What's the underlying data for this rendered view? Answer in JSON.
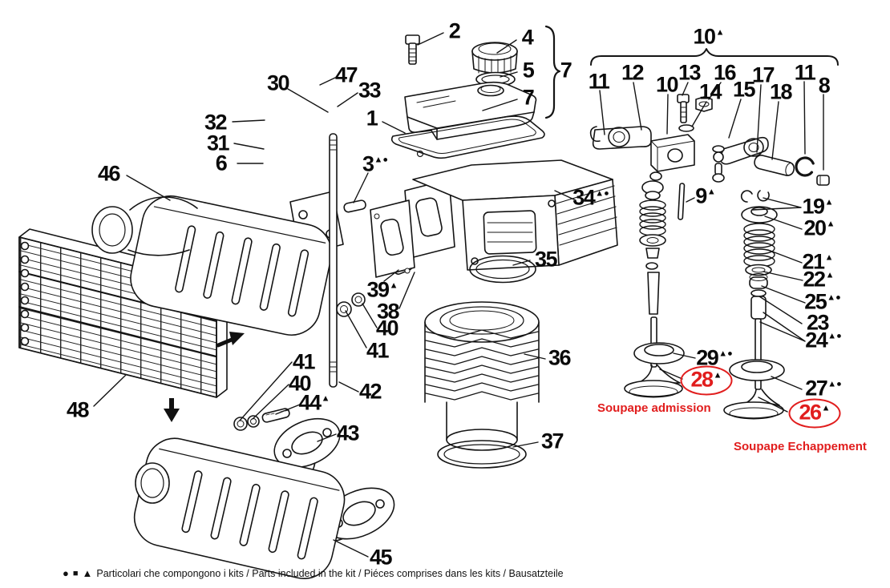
{
  "figure": {
    "type": "exploded-parts-diagram",
    "colors": {
      "ink": "#141414",
      "accent_red": "#e11d1d"
    },
    "kit_markers": {
      "triangle": "▲",
      "dot": "●",
      "square": "■"
    }
  },
  "labels": {
    "p2": {
      "text": "2",
      "sup": ""
    },
    "p4": {
      "text": "4",
      "sup": ""
    },
    "p5": {
      "text": "5",
      "sup": ""
    },
    "p7brace": {
      "text": "7",
      "sup": ""
    },
    "p7": {
      "text": "7",
      "sup": ""
    },
    "p30": {
      "text": "30",
      "sup": ""
    },
    "p47": {
      "text": "47",
      "sup": ""
    },
    "p33": {
      "text": "33",
      "sup": ""
    },
    "p32": {
      "text": "32",
      "sup": ""
    },
    "p31": {
      "text": "31",
      "sup": ""
    },
    "p6": {
      "text": "6",
      "sup": ""
    },
    "p1": {
      "text": "1",
      "sup": ""
    },
    "p3": {
      "text": "3",
      "sup": "▲●"
    },
    "p46": {
      "text": "46",
      "sup": ""
    },
    "p34": {
      "text": "34",
      "sup": "▲●"
    },
    "p35": {
      "text": "35",
      "sup": ""
    },
    "p39": {
      "text": "39",
      "sup": "▲"
    },
    "p38": {
      "text": "38",
      "sup": ""
    },
    "p40a": {
      "text": "40",
      "sup": ""
    },
    "p41a": {
      "text": "41",
      "sup": ""
    },
    "p36": {
      "text": "36",
      "sup": ""
    },
    "p37": {
      "text": "37",
      "sup": ""
    },
    "p48": {
      "text": "48",
      "sup": ""
    },
    "p41b": {
      "text": "41",
      "sup": ""
    },
    "p40b": {
      "text": "40",
      "sup": ""
    },
    "p44": {
      "text": "44",
      "sup": "▲"
    },
    "p42": {
      "text": "42",
      "sup": ""
    },
    "p43": {
      "text": "43",
      "sup": ""
    },
    "p45": {
      "text": "45",
      "sup": ""
    },
    "p10brace": {
      "text": "10",
      "sup": "▲"
    },
    "p11a": {
      "text": "11",
      "sup": ""
    },
    "p12": {
      "text": "12",
      "sup": ""
    },
    "p10": {
      "text": "10",
      "sup": ""
    },
    "p13": {
      "text": "13",
      "sup": ""
    },
    "p14": {
      "text": "14",
      "sup": ""
    },
    "p16": {
      "text": "16",
      "sup": ""
    },
    "p15": {
      "text": "15",
      "sup": ""
    },
    "p17": {
      "text": "17",
      "sup": ""
    },
    "p18": {
      "text": "18",
      "sup": ""
    },
    "p11b": {
      "text": "11",
      "sup": ""
    },
    "p8": {
      "text": "8",
      "sup": ""
    },
    "p9": {
      "text": "9",
      "sup": "▲"
    },
    "p19": {
      "text": "19",
      "sup": "▲"
    },
    "p20": {
      "text": "20",
      "sup": "▲"
    },
    "p21": {
      "text": "21",
      "sup": "▲"
    },
    "p22": {
      "text": "22",
      "sup": "▲"
    },
    "p25": {
      "text": "25",
      "sup": "▲●"
    },
    "p23": {
      "text": "23",
      "sup": ""
    },
    "p24": {
      "text": "24",
      "sup": "▲●"
    },
    "p29": {
      "text": "29",
      "sup": "▲●"
    },
    "p28": {
      "text": "28",
      "sup": "▲"
    },
    "p27": {
      "text": "27",
      "sup": "▲●"
    },
    "p26": {
      "text": "26",
      "sup": "▲"
    }
  },
  "annotations": {
    "intake_valve": "Soupape admission",
    "exhaust_valve": "Soupape Echappement"
  },
  "legend": {
    "symbols": [
      "●",
      "■",
      "▲"
    ],
    "text": "Particolari che compongono i kits / Parts included in the kit / Piéces comprises dans les kits / Bausatzteile"
  }
}
